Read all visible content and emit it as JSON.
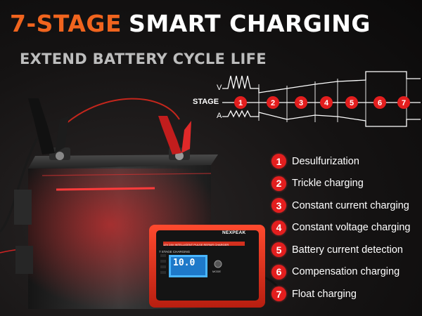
{
  "title": {
    "accent": "7-STAGE",
    "main": "SMART CHARGING"
  },
  "subtitle": "EXTEND BATTERY CYCLE LIFE",
  "diagram": {
    "v_label": "V",
    "stage_label": "STAGE",
    "a_label": "A",
    "markers": [
      "1",
      "2",
      "3",
      "4",
      "5",
      "6",
      "7"
    ]
  },
  "stages": [
    {
      "num": "1",
      "label": "Desulfurization"
    },
    {
      "num": "2",
      "label": "Trickle charging"
    },
    {
      "num": "3",
      "label": "Constant current charging"
    },
    {
      "num": "4",
      "label": "Constant voltage charging"
    },
    {
      "num": "5",
      "label": "Battery current detection"
    },
    {
      "num": "6",
      "label": "Compensation charging"
    },
    {
      "num": "7",
      "label": "Float charging"
    }
  ],
  "charger": {
    "brand": "NEXPEAK",
    "model_text": "12V 24V INTELLIGENT PULSE REPAIR CHARGER",
    "panel_title": "7 STAGE CHARGING",
    "display_value": "10.0",
    "mode_label": "MODE"
  },
  "colors": {
    "accent": "#f0641e",
    "marker": "#e31e1e",
    "charger_body": "#e8331f"
  }
}
